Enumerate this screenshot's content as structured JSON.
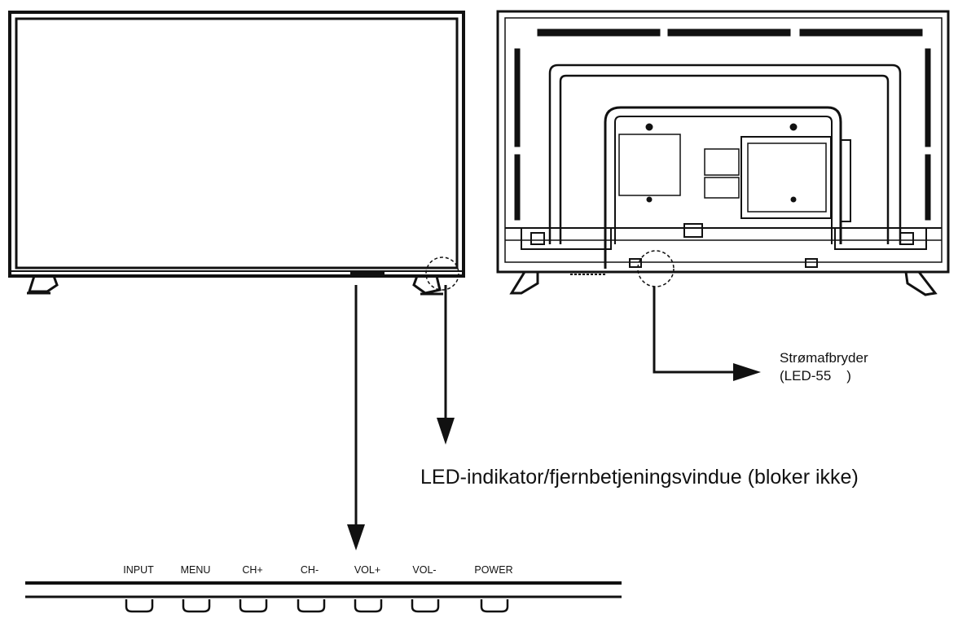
{
  "labels": {
    "power_switch_line1": "Strømafbryder",
    "power_switch_line2": "(LED-55    )",
    "led_indicator": "LED-indikator/fjernbetjeningsvindue (bloker ikke)"
  },
  "buttons": [
    {
      "label": "INPUT"
    },
    {
      "label": "MENU"
    },
    {
      "label": "CH+"
    },
    {
      "label": "CH-"
    },
    {
      "label": "VOL+"
    },
    {
      "label": "VOL-"
    },
    {
      "label": "POWER"
    }
  ]
}
